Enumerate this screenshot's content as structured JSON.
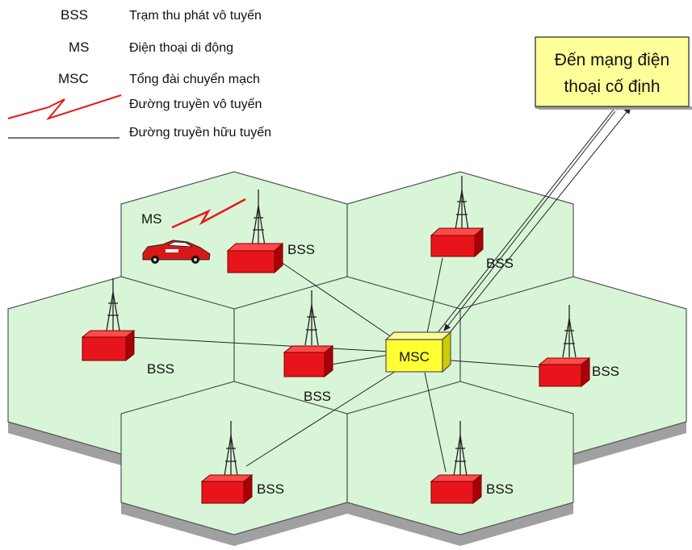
{
  "legend": [
    {
      "term": "BSS",
      "description": "Trạm thu phát vô tuyến"
    },
    {
      "term": "MS",
      "description": "Điện thoại di động"
    },
    {
      "term": "MSC",
      "description": "Tổng đài chuyển mạch"
    },
    {
      "term": "",
      "description": "Đường truyền vô tuyến"
    },
    {
      "term": "",
      "description": "Đường truyền hữu tuyến"
    }
  ],
  "destination": {
    "line1": "Đến mạng điện",
    "line2": "thoại cố định"
  },
  "nodes": {
    "ms": "MS",
    "msc": "MSC",
    "bss": [
      "BSS",
      "BSS",
      "BSS",
      "BSS",
      "BSS",
      "BSS",
      "BSS"
    ]
  },
  "colors": {
    "cell_fill": "#d8f5d8",
    "cell_shadow": "#a0a0a0",
    "station_red": "#e8141c",
    "msc_yellow": "#ffff33",
    "destination_box": "#ffff99",
    "radio_link": "#e81818"
  }
}
